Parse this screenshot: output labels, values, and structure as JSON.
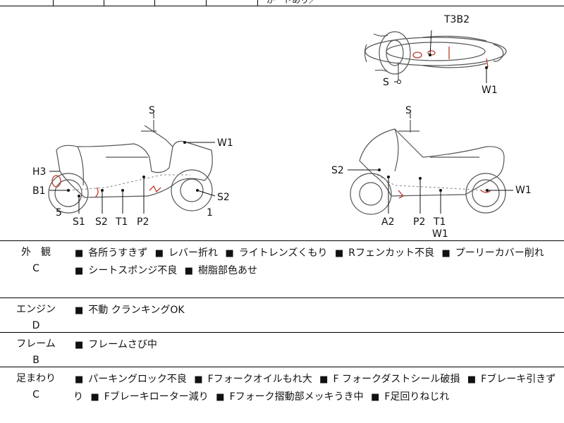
{
  "header_fragment": "がードあり／ーー",
  "diagram_labels": {
    "top_view": {
      "code": "T3B2",
      "s": "S",
      "w1": "W1"
    },
    "left_view": {
      "s_top": "S",
      "w1": "W1",
      "h3": "H3",
      "b1": "B1",
      "s2_right": "S2",
      "num5": "5",
      "num1": "1",
      "s1": "S1",
      "s2": "S2",
      "t1": "T1",
      "p2": "P2"
    },
    "right_view": {
      "s_top": "S",
      "s2": "S2",
      "w1": "W1",
      "a2": "A2",
      "p2": "P2",
      "t1": "T1",
      "w1_bottom": "W1"
    }
  },
  "square_bullet": "■",
  "sections": [
    {
      "category": "外　観",
      "grade": "C",
      "items": [
        "各所うすきず",
        "レバー折れ",
        "ライトレンズくもり",
        "Rフェンカット不良",
        "プーリーカバー削れ",
        "シートスポンジ不良",
        "樹脂部色あせ"
      ]
    },
    {
      "category": "エンジン",
      "grade": "D",
      "items": [
        "不動 クランキングOK"
      ]
    },
    {
      "category": "フレーム",
      "grade": "B",
      "items": [
        "フレームさび中"
      ]
    },
    {
      "category": "足まわり",
      "grade": "C",
      "items": [
        "パーキングロック不良",
        "Fフォークオイルもれ大",
        "F フォークダストシール破損",
        "Fブレーキ引きずり",
        "Fブレーキローター減り",
        "Fフォーク摺動部メッキうき中",
        "F足回りねじれ"
      ]
    }
  ]
}
